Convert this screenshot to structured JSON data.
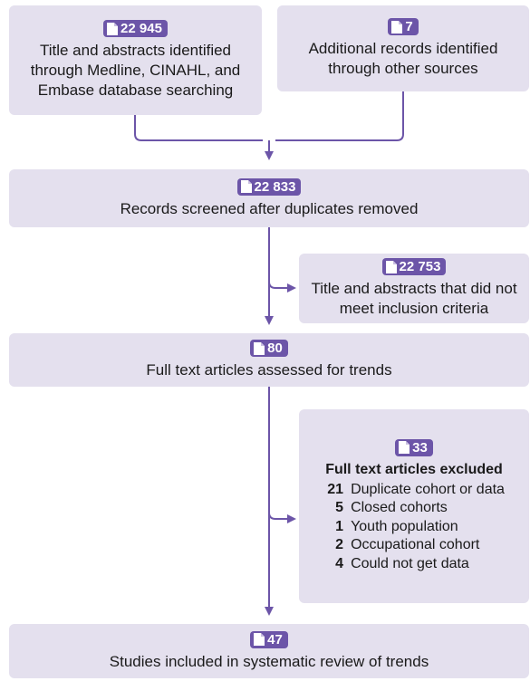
{
  "boxes": {
    "identified": {
      "count": "22 945",
      "text": "Title and abstracts identified through Medline, CINAHL, and Embase database searching"
    },
    "additional": {
      "count": "7",
      "text": "Additional records identified through other sources"
    },
    "screened": {
      "count": "22 833",
      "text": "Records screened after duplicates removed"
    },
    "not_meeting": {
      "count": "22 753",
      "text": "Title and abstracts that did not meet inclusion criteria"
    },
    "full_text": {
      "count": "80",
      "text": "Full text articles assessed for trends"
    },
    "excluded": {
      "count": "33",
      "title": "Full text articles excluded",
      "items": [
        {
          "n": "21",
          "label": "Duplicate cohort or data"
        },
        {
          "n": "5",
          "label": "Closed cohorts"
        },
        {
          "n": "1",
          "label": "Youth population"
        },
        {
          "n": "2",
          "label": "Occupational cohort"
        },
        {
          "n": "4",
          "label": "Could not get data"
        }
      ]
    },
    "included": {
      "count": "47",
      "text": "Studies included in systematic review of trends"
    }
  },
  "colors": {
    "box": "#e4e0ee",
    "accent": "#6c55a8"
  },
  "icons": {
    "badge_icon": "document-icon"
  }
}
